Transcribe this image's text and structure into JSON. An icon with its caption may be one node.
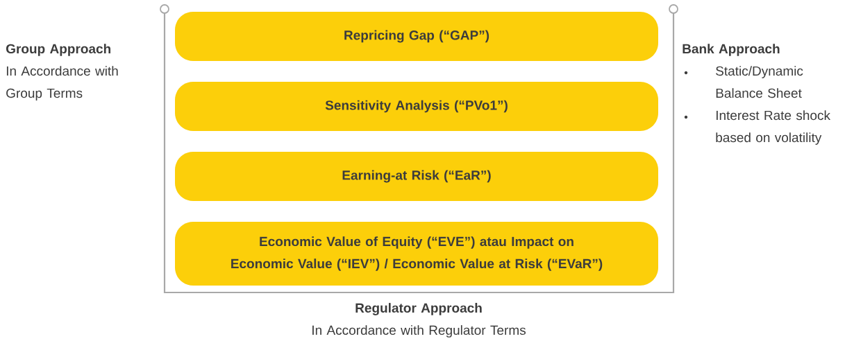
{
  "diagram": {
    "nodes": [
      {
        "text": [
          "Repricing Gap (“GAP”)"
        ]
      },
      {
        "text": [
          "Sensitivity Analysis (“PVo1”)"
        ]
      },
      {
        "text": [
          "Earning-at Risk (“EaR”)"
        ]
      },
      {
        "text": [
          "Economic Value of Equity (“EVE”) atau Impact on Economic Value (“IEV”) / Economic Value at Risk (“EVaR”)"
        ]
      }
    ],
    "edges": [],
    "labels": [
      "Group Approach",
      "In Accordance with Group Terms",
      "Bank Approach",
      "Static/Dynamic Balance Sheet",
      "Interest Rate shock based on volatility",
      "Regulator Approach",
      "In Accordance with Regulator Terms"
    ]
  }
}
